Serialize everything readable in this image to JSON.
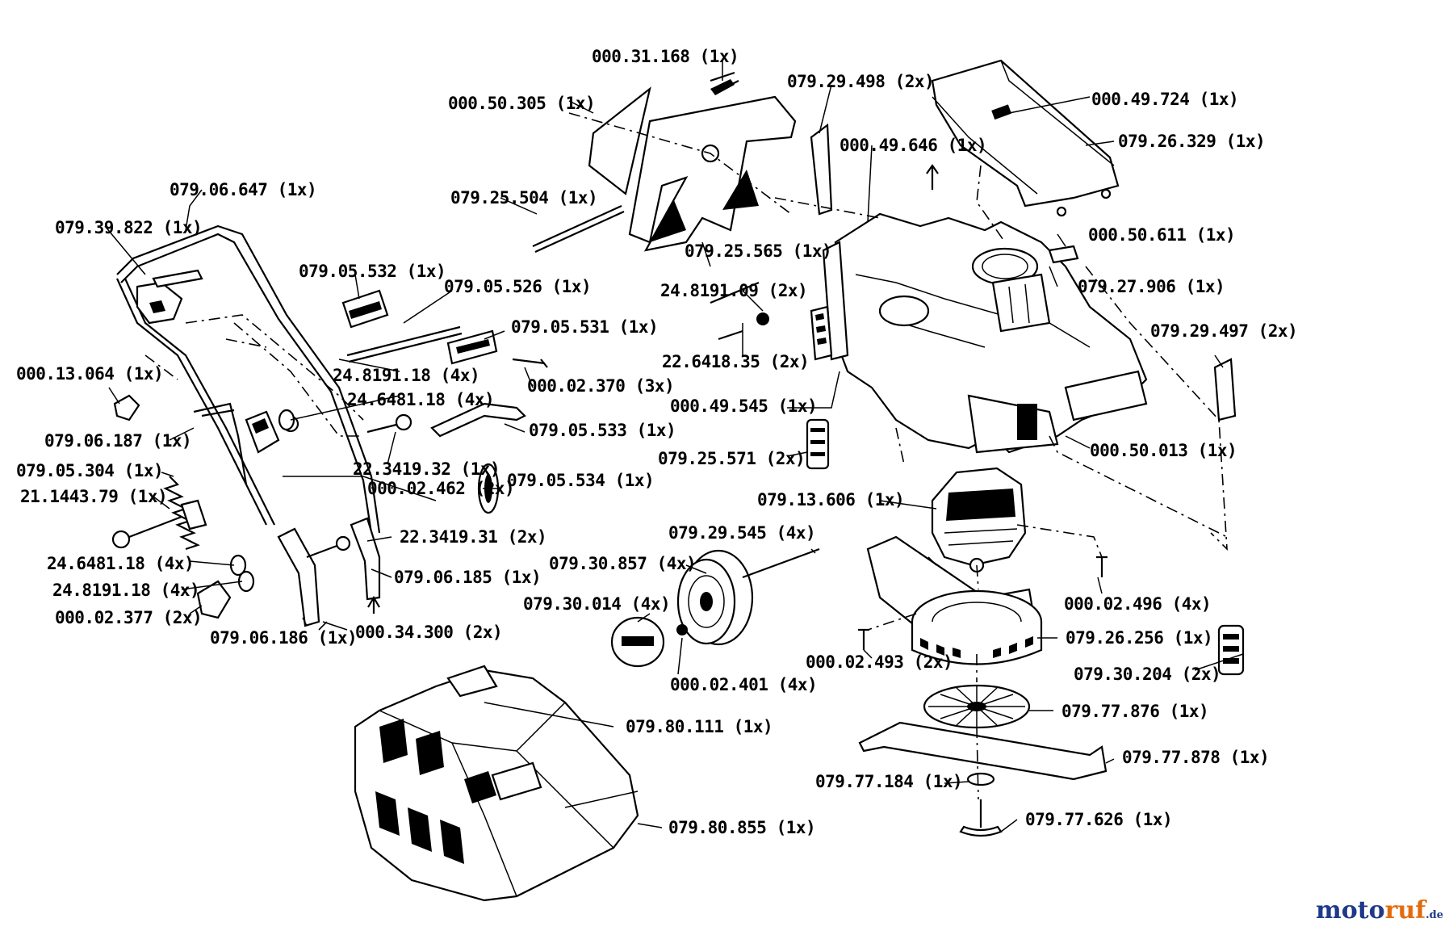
{
  "parts": [
    {
      "id": "p1",
      "label": "000.31.168 (1x)"
    },
    {
      "id": "p2",
      "label": "000.50.305 (1x)"
    },
    {
      "id": "p3",
      "label": "079.29.498 (2x)"
    },
    {
      "id": "p4",
      "label": "000.49.724 (1x)"
    },
    {
      "id": "p5",
      "label": "079.26.329 (1x)"
    },
    {
      "id": "p6",
      "label": "000.49.646 (1x)"
    },
    {
      "id": "p7",
      "label": "079.06.647 (1x)"
    },
    {
      "id": "p8",
      "label": "079.25.504 (1x)"
    },
    {
      "id": "p9",
      "label": "079.39.822 (1x)"
    },
    {
      "id": "p10",
      "label": "079.25.565 (1x)"
    },
    {
      "id": "p11",
      "label": "000.50.611 (1x)"
    },
    {
      "id": "p12",
      "label": "079.05.532 (1x)"
    },
    {
      "id": "p13",
      "label": "079.05.526 (1x)"
    },
    {
      "id": "p14",
      "label": "24.8191.09 (2x)"
    },
    {
      "id": "p15",
      "label": "079.27.906 (1x)"
    },
    {
      "id": "p16",
      "label": "079.05.531 (1x)"
    },
    {
      "id": "p17",
      "label": "22.6418.35 (2x)"
    },
    {
      "id": "p18",
      "label": "079.29.497 (2x)"
    },
    {
      "id": "p19",
      "label": "000.13.064 (1x)"
    },
    {
      "id": "p20",
      "label": "24.8191.18 (4x)"
    },
    {
      "id": "p21",
      "label": "000.02.370 (3x)"
    },
    {
      "id": "p22",
      "label": "24.6481.18 (4x)"
    },
    {
      "id": "p23",
      "label": "000.49.545 (1x)"
    },
    {
      "id": "p24",
      "label": "079.05.533 (1x)"
    },
    {
      "id": "p25",
      "label": "079.06.187 (1x)"
    },
    {
      "id": "p26",
      "label": "22.3419.32 (1x)"
    },
    {
      "id": "p27",
      "label": "000.50.013 (1x)"
    },
    {
      "id": "p28",
      "label": "079.25.571 (2x)"
    },
    {
      "id": "p29",
      "label": "079.05.304 (1x)"
    },
    {
      "id": "p30",
      "label": "000.02.462 (2x)"
    },
    {
      "id": "p31",
      "label": "079.05.534 (1x)"
    },
    {
      "id": "p32",
      "label": "21.1443.79 (1x)"
    },
    {
      "id": "p33",
      "label": "079.13.606 (1x)"
    },
    {
      "id": "p34",
      "label": "22.3419.31 (2x)"
    },
    {
      "id": "p35",
      "label": "079.29.545 (4x)"
    },
    {
      "id": "p36",
      "label": "24.6481.18 (4x)"
    },
    {
      "id": "p37",
      "label": "079.30.857 (4x)"
    },
    {
      "id": "p38",
      "label": "079.06.185 (1x)"
    },
    {
      "id": "p39",
      "label": "24.8191.18 (4x)"
    },
    {
      "id": "p40",
      "label": "079.30.014 (4x)"
    },
    {
      "id": "p41",
      "label": "000.02.496 (4x)"
    },
    {
      "id": "p42",
      "label": "000.02.377 (2x)"
    },
    {
      "id": "p43",
      "label": "079.06.186 (1x)"
    },
    {
      "id": "p44",
      "label": "000.34.300 (2x)"
    },
    {
      "id": "p45",
      "label": "079.26.256 (1x)"
    },
    {
      "id": "p46",
      "label": "000.02.493 (2x)"
    },
    {
      "id": "p47",
      "label": "079.30.204 (2x)"
    },
    {
      "id": "p48",
      "label": "000.02.401 (4x)"
    },
    {
      "id": "p49",
      "label": "079.77.876 (1x)"
    },
    {
      "id": "p50",
      "label": "079.80.111 (1x)"
    },
    {
      "id": "p51",
      "label": "079.77.878 (1x)"
    },
    {
      "id": "p52",
      "label": "079.77.184 (1x)"
    },
    {
      "id": "p53",
      "label": "079.80.855 (1x)"
    },
    {
      "id": "p54",
      "label": "079.77.626 (1x)"
    }
  ],
  "watermark": {
    "main_a": "moto",
    "main_b": "ruf",
    "suffix": ".de"
  }
}
